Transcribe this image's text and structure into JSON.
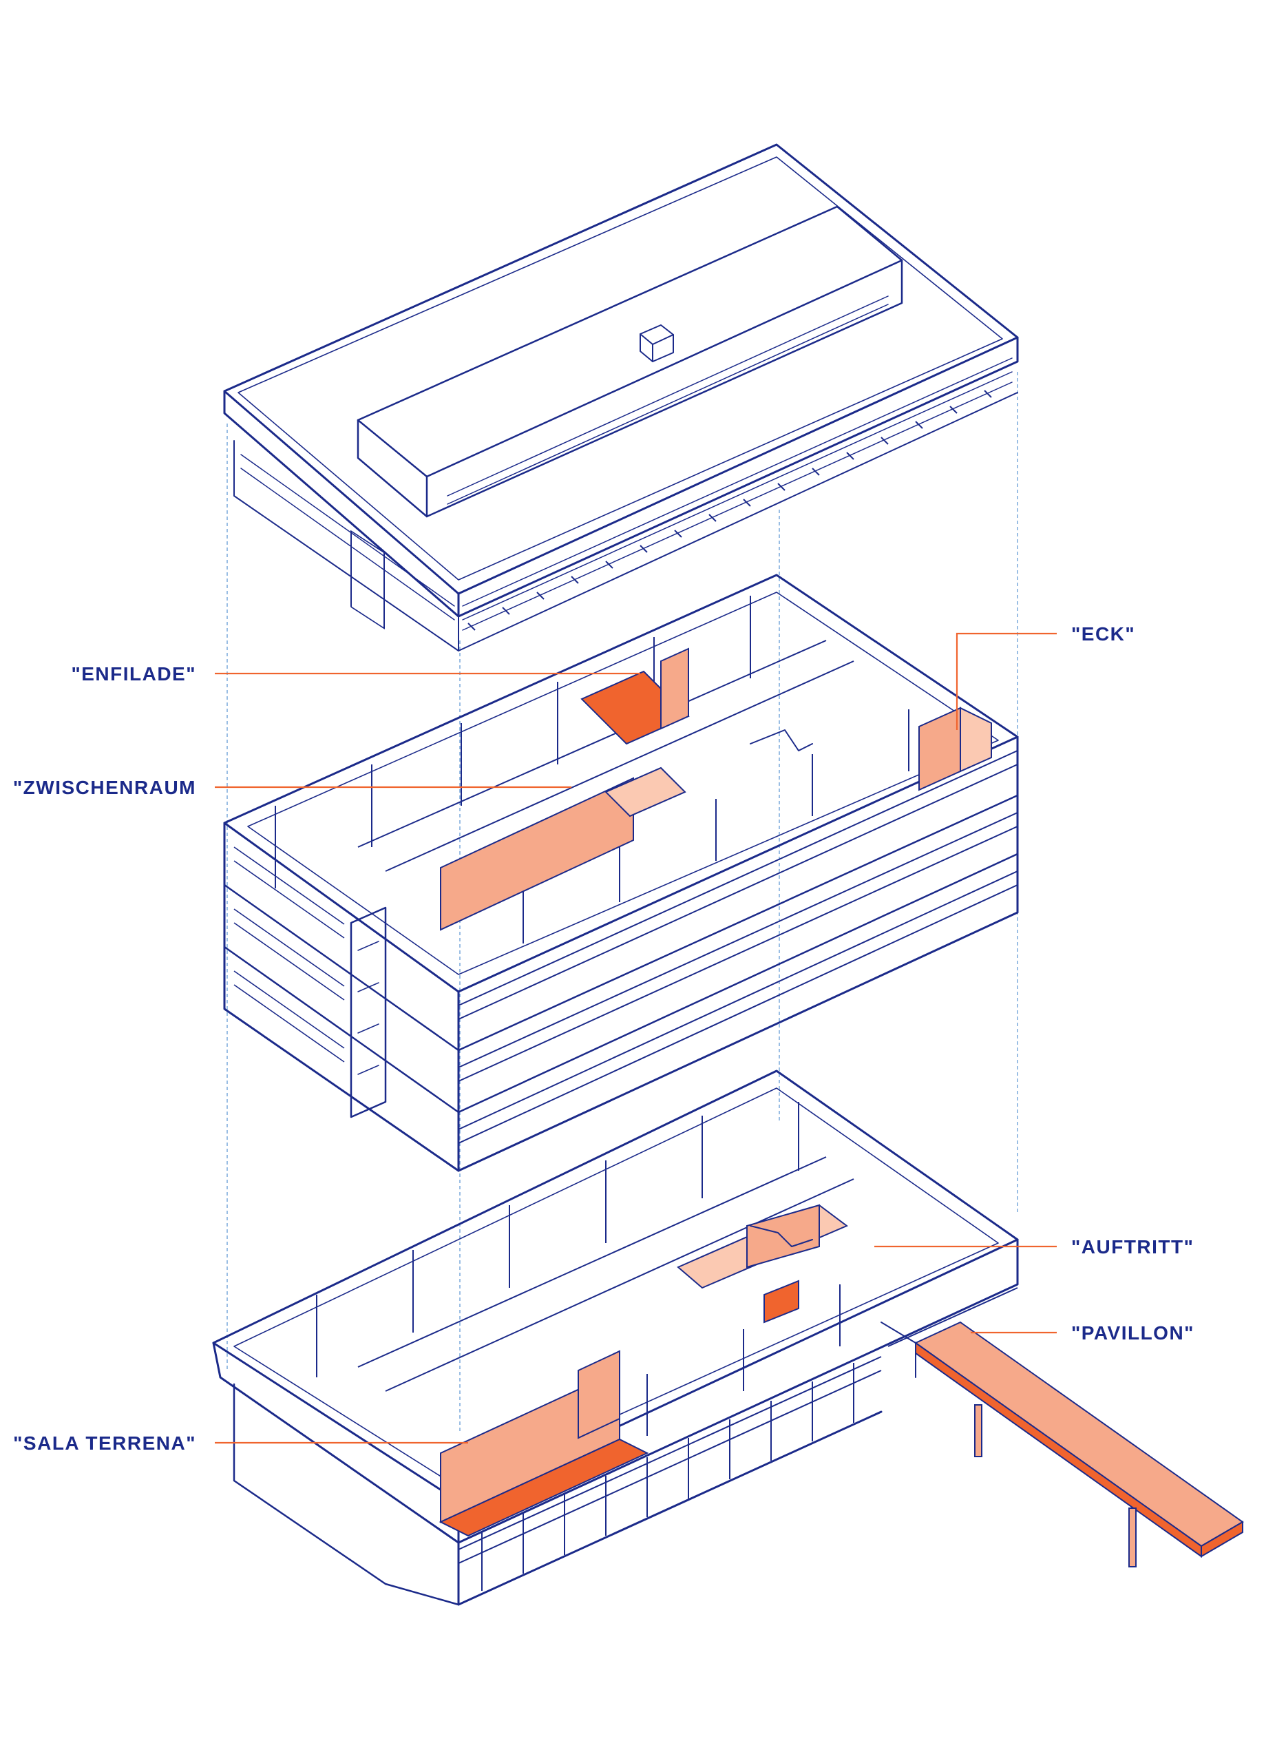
{
  "colors": {
    "linework": "#1b2a8a",
    "accent": "#f0642e",
    "accent_fill": "#f6a98a",
    "accent_light": "#fbc9b2",
    "guide": "#6fa3d8",
    "background": "#ffffff"
  },
  "labels": {
    "enfilade": "\"ENFILADE\"",
    "eck": "\"ECK\"",
    "zwischenraum": "\"ZWISCHENRAUM",
    "auftritt": "\"AUFTRITT\"",
    "pavillon": "\"PAVILLON\"",
    "sala_terrena": "\"SALA TERRENA\""
  }
}
